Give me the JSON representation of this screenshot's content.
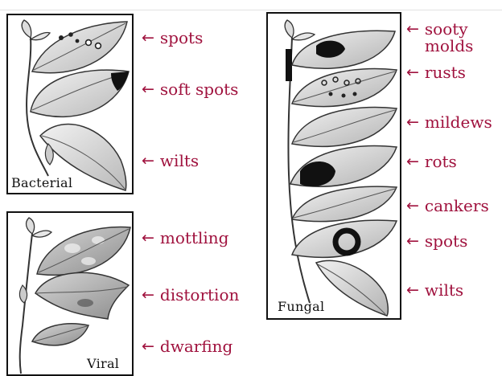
{
  "colors": {
    "annotation": "#a0123e",
    "frame": "#111111"
  },
  "arrow_glyph": "←",
  "icons": [
    "left-arrow-icon"
  ],
  "panels": {
    "bacterial": {
      "label": "Bacterial",
      "annotations": [
        "spots",
        "soft spots",
        "wilts"
      ]
    },
    "viral": {
      "label": "Viral",
      "annotations": [
        "mottling",
        "distortion",
        "dwarfing"
      ]
    },
    "fungal": {
      "label": "Fungal",
      "annotations": [
        "sooty\nmolds",
        "rusts",
        "mildews",
        "rots",
        "cankers",
        "spots",
        "wilts"
      ]
    }
  }
}
